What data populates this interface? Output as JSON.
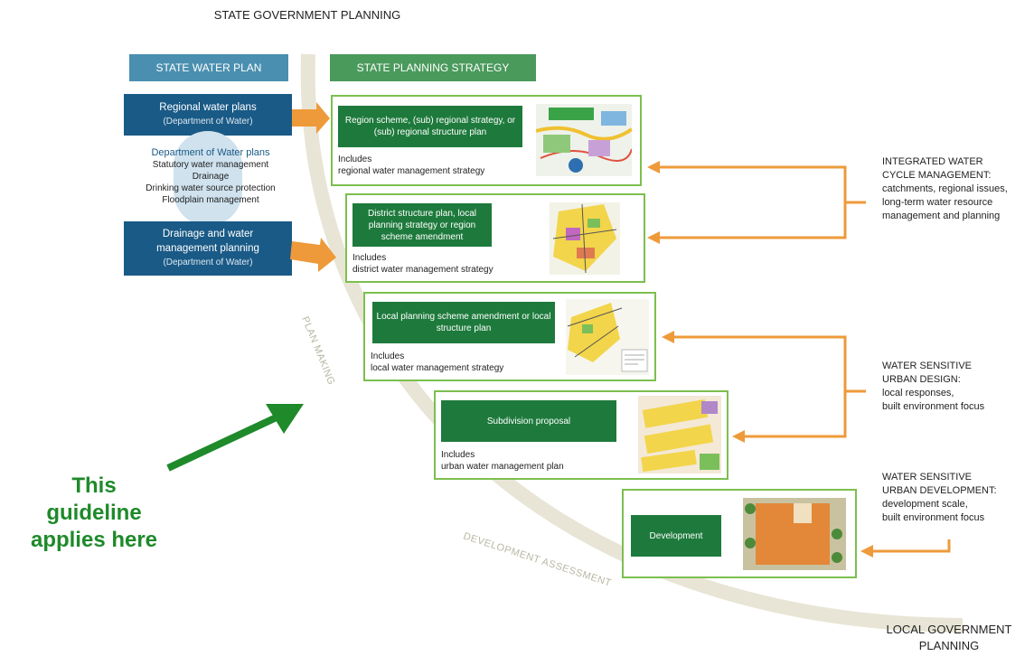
{
  "titles": {
    "top": "STATE GOVERNMENT PLANNING",
    "bottom": "LOCAL GOVERNMENT PLANNING"
  },
  "headers": {
    "water": "STATE WATER PLAN",
    "planning": "STATE PLANNING STRATEGY"
  },
  "water_plans": {
    "regional": {
      "title": "Regional water plans",
      "sub": "(Department of Water)"
    },
    "dow": {
      "title": "Department of Water plans",
      "items": [
        "Statutory water management",
        "Drainage",
        "Drinking water source protection",
        "Floodplain management"
      ]
    },
    "drainage": {
      "title": "Drainage and water management planning",
      "sub": "(Department of Water)"
    }
  },
  "stages": [
    {
      "box": "Region scheme, (sub) regional strategy, or (sub) regional structure plan",
      "includes": "Includes",
      "strategy": "regional water management strategy"
    },
    {
      "box": "District structure plan, local planning strategy or region scheme amendment",
      "includes": "Includes",
      "strategy": "district water management strategy"
    },
    {
      "box": "Local planning scheme amendment or local structure plan",
      "includes": "Includes",
      "strategy": "local water management strategy"
    },
    {
      "box": "Subdivision proposal",
      "includes": "Includes",
      "strategy": "urban water management plan"
    },
    {
      "box": "Development",
      "includes": "",
      "strategy": ""
    }
  ],
  "right_labels": [
    {
      "lines": [
        "INTEGRATED WATER",
        "CYCLE MANAGEMENT:",
        "catchments, regional issues,",
        "long-term water resource",
        "management and planning"
      ]
    },
    {
      "lines": [
        "WATER SENSITIVE",
        "URBAN DESIGN:",
        "local responses,",
        "built environment focus"
      ]
    },
    {
      "lines": [
        "WATER SENSITIVE",
        "URBAN DEVELOPMENT:",
        "development scale,",
        "built environment focus"
      ]
    }
  ],
  "curve_labels": {
    "plan_making": "PLAN MAKING",
    "development_assessment": "DEVELOPMENT ASSESSMENT"
  },
  "callout": {
    "lines": [
      "This",
      "guideline",
      "applies here"
    ]
  },
  "colors": {
    "stage_border": "#7cbf4e",
    "green_box": "#1e7a3c",
    "blue_box": "#1a5a86",
    "arrow_orange": "#ee9a3a",
    "callout_green": "#1e8a2a",
    "curve": "#e8e5d6"
  }
}
